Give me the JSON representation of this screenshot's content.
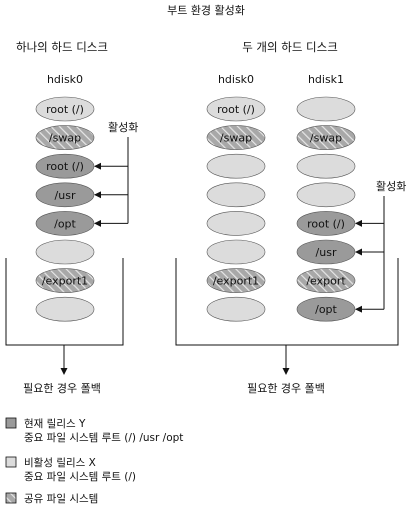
{
  "title": "부트 환경 활성화",
  "colors": {
    "active": "#9a9a9a",
    "inactive": "#dcdcdc",
    "shared_base": "#a8a8a8",
    "shared_stripe": "#e6e6e6",
    "line": "#111111"
  },
  "left": {
    "heading": "하나의 하드 디스크",
    "disk_name": "hdisk0",
    "activate_label": "활성화",
    "slices": [
      {
        "label": "root (/)",
        "kind": "inactive"
      },
      {
        "label": "/swap",
        "kind": "shared"
      },
      {
        "label": "root (/)",
        "kind": "active"
      },
      {
        "label": "/usr",
        "kind": "active"
      },
      {
        "label": "/opt",
        "kind": "active"
      },
      {
        "label": "",
        "kind": "inactive"
      },
      {
        "label": "/export1",
        "kind": "shared"
      },
      {
        "label": "",
        "kind": "inactive"
      }
    ],
    "arrow_targets": [
      2,
      3,
      4
    ],
    "fallback_label": "필요한 경우 폴백"
  },
  "right": {
    "heading": "두 개의 하드 디스크",
    "disk0_name": "hdisk0",
    "disk1_name": "hdisk1",
    "activate_label": "활성화",
    "disk0_slices": [
      {
        "label": "root (/)",
        "kind": "inactive"
      },
      {
        "label": "/swap",
        "kind": "shared"
      },
      {
        "label": "",
        "kind": "inactive"
      },
      {
        "label": "",
        "kind": "inactive"
      },
      {
        "label": "",
        "kind": "inactive"
      },
      {
        "label": "",
        "kind": "inactive"
      },
      {
        "label": "/export1",
        "kind": "shared"
      },
      {
        "label": "",
        "kind": "inactive"
      }
    ],
    "disk1_slices": [
      {
        "label": "",
        "kind": "inactive"
      },
      {
        "label": "/swap",
        "kind": "shared"
      },
      {
        "label": "",
        "kind": "inactive"
      },
      {
        "label": "",
        "kind": "inactive"
      },
      {
        "label": "root (/)",
        "kind": "active"
      },
      {
        "label": "/usr",
        "kind": "active"
      },
      {
        "label": "/export",
        "kind": "shared"
      },
      {
        "label": "/opt",
        "kind": "active"
      }
    ],
    "arrow_targets": [
      4,
      5,
      7
    ],
    "fallback_label": "필요한 경우 폴백"
  },
  "legend": [
    {
      "kind": "active",
      "line1": "현재 릴리스 Y",
      "line2": "중요 파일 시스템 루트 (/) /usr /opt"
    },
    {
      "kind": "inactive",
      "line1": "비활성 릴리스 X",
      "line2": "중요 파일 시스템 루트 (/)"
    },
    {
      "kind": "shared",
      "line1": "공유 파일 시스템",
      "line2": ""
    }
  ]
}
